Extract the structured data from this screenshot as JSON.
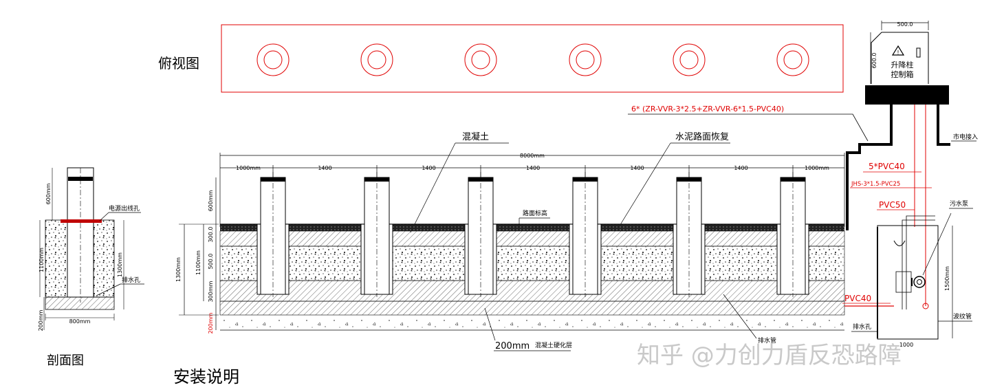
{
  "title_top_view": "俯视图",
  "title_section_view": "剖面图",
  "title_install": "安装说明",
  "labels": {
    "concrete": "混凝土",
    "cement_restore": "水泥路面恢复",
    "road_level": "路面标高",
    "hardened_layer_size": "200mm",
    "hardened_layer": "混凝土硬化层",
    "drain_pipe": "排水管",
    "drain_hole": "排水孔",
    "power_hole": "电源出线孔",
    "city_power": "市电接入",
    "sewage_pump": "污水泵",
    "corrugated_pipe": "波纹管",
    "box_line1": "升降柱",
    "box_line2": "控制箱"
  },
  "red_labels": {
    "cable_main": "6* (ZR-VVR-3*2.5+ZR-VVR-6*1.5-PVC40)",
    "cable_5": "5*PVC40",
    "cable_jhs": "JHS-3*1.5-PVC25",
    "pvc50": "PVC50",
    "pvc40": "PVC40",
    "dim_200_left": "200mm"
  },
  "dimensions": {
    "total": "8000mm",
    "end_left": "1000mm",
    "end_right": "1000mm",
    "spacing": [
      "1400",
      "1400",
      "1400",
      "1400",
      "1400"
    ],
    "column_height": "600mm",
    "depth_total": "1300mm",
    "depth_mid": "1100mm",
    "layer_top": "300.0",
    "layer_mid": "500.0",
    "layer_bot": "300mm",
    "box_width": "500.0",
    "box_height": "600.0",
    "pit_height": "1500mm",
    "pit_width": "1000",
    "section_col": "600mm",
    "section_depth1": "1100mm",
    "section_depth2": "1300mm",
    "section_base": "200mm",
    "section_width": "800mm"
  },
  "watermark": "知乎 @力创力盾反恐路障"
}
